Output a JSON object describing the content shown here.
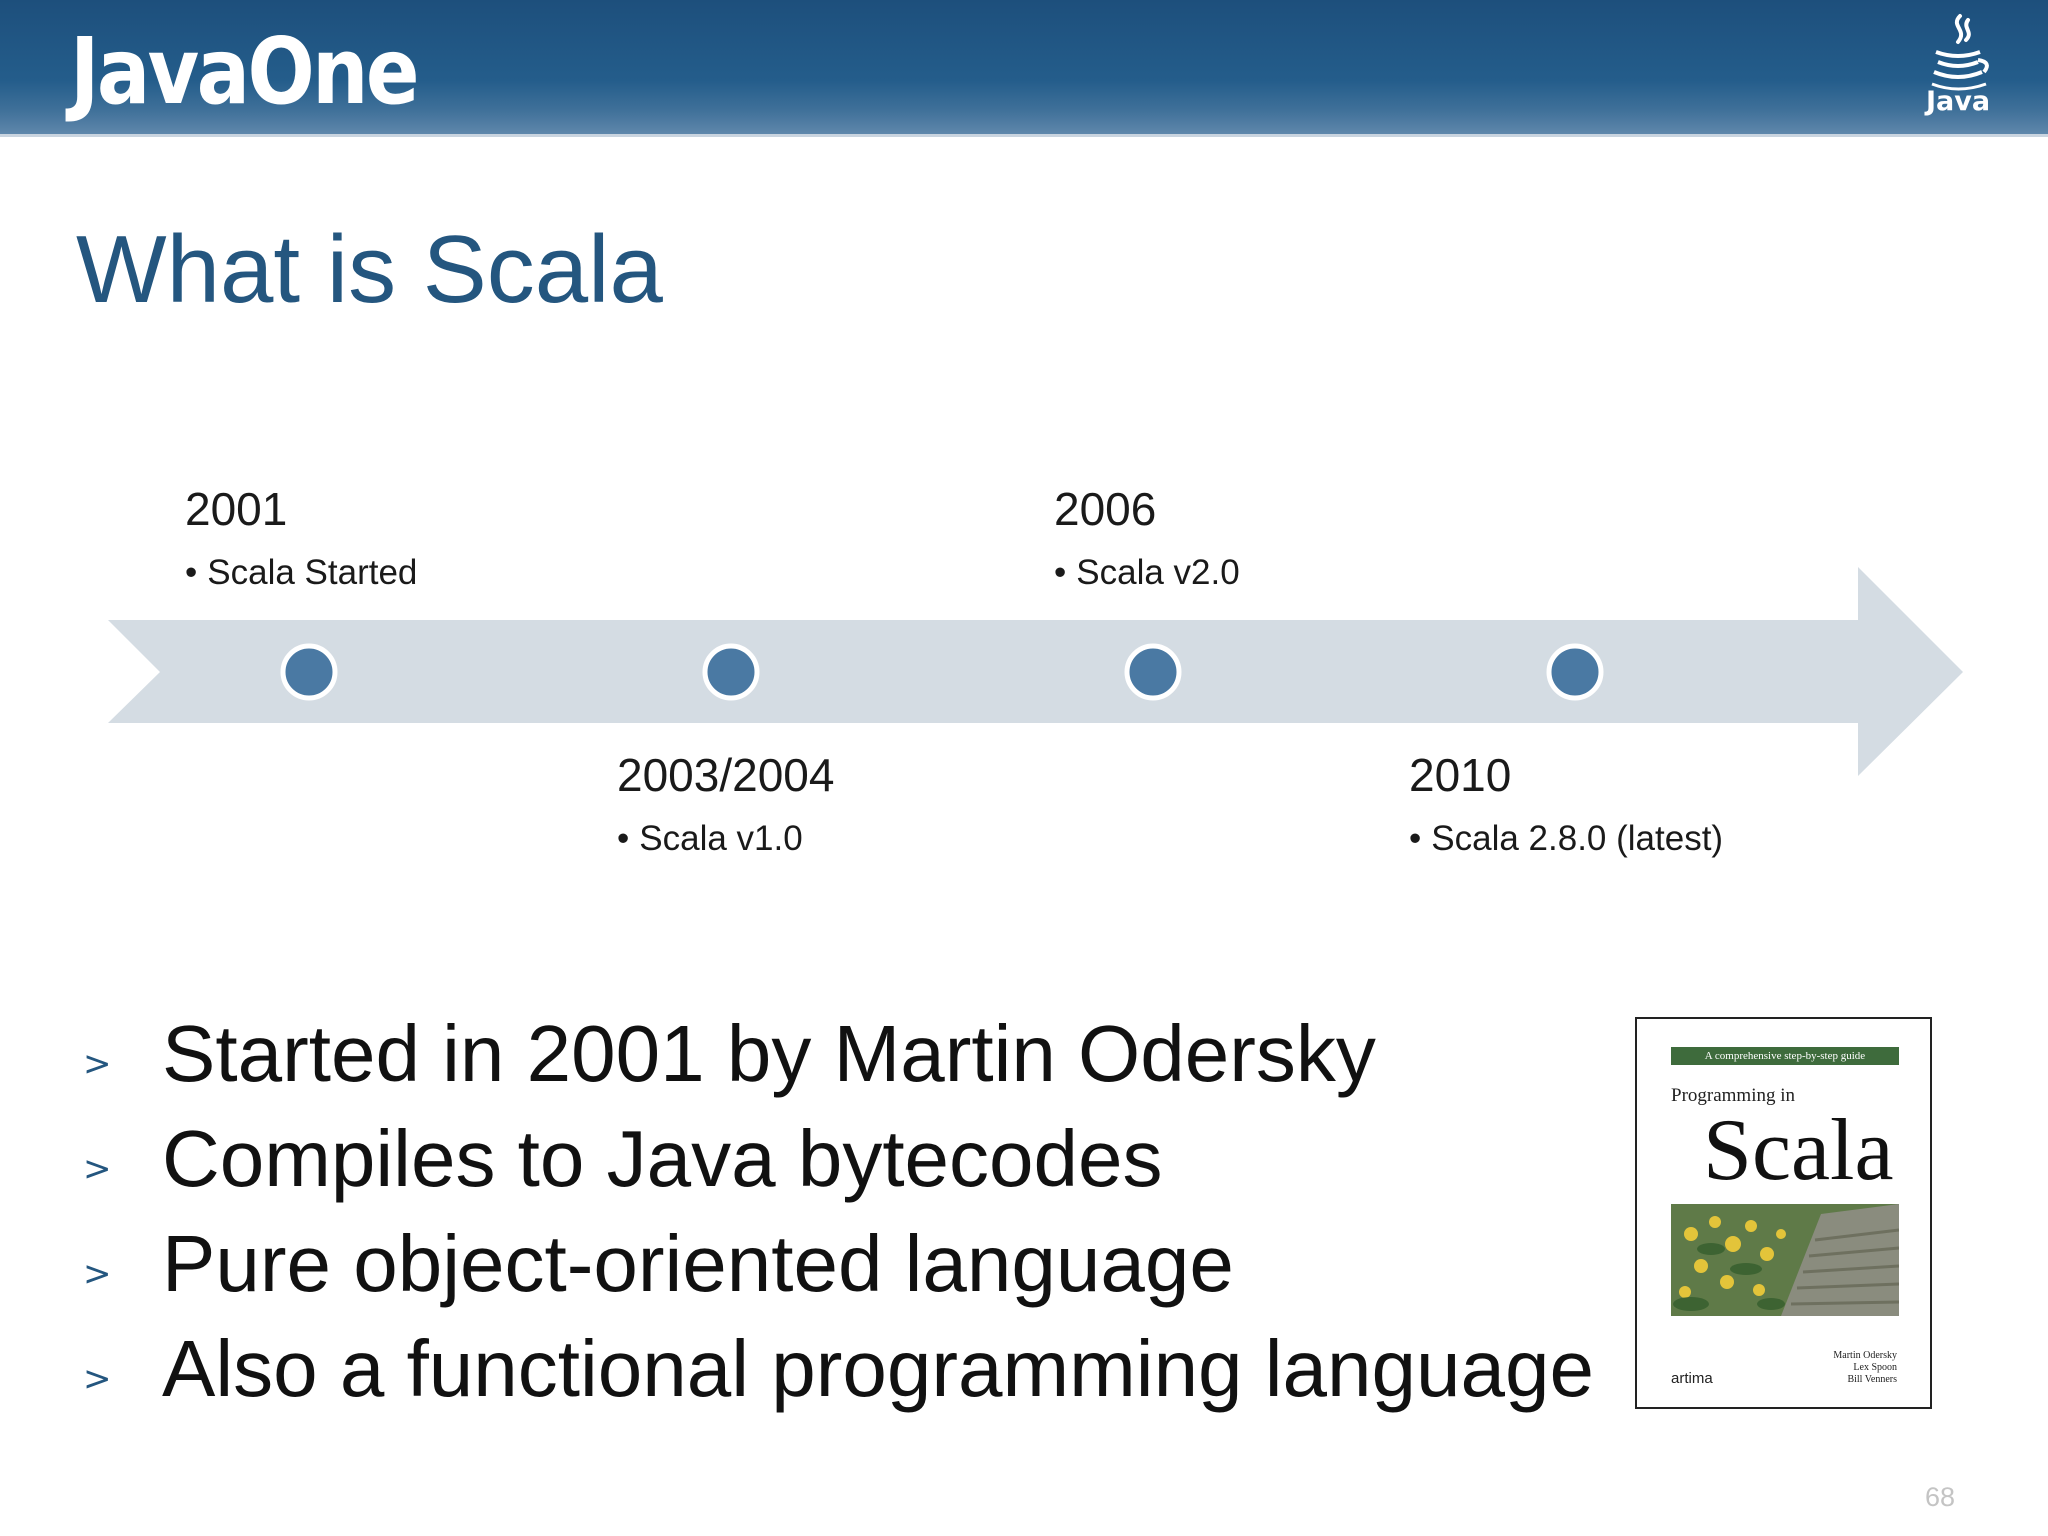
{
  "header": {
    "logo": "JavaOne",
    "java_logo": "Java"
  },
  "title": "What is Scala",
  "timeline": {
    "events": [
      {
        "year": "2001",
        "desc": "Scala Started"
      },
      {
        "year": "2003/2004",
        "desc": "Scala v1.0"
      },
      {
        "year": "2006",
        "desc": "Scala v2.0"
      },
      {
        "year": "2010",
        "desc": "Scala 2.8.0 (latest)"
      }
    ],
    "bullet": "•"
  },
  "bullets": {
    "marker": ">",
    "items": [
      "Started in 2001 by Martin Odersky",
      "Compiles to Java bytecodes",
      "Pure object-oriented language",
      "Also a functional programming language"
    ]
  },
  "book": {
    "banner": "A comprehensive step-by-step guide",
    "subtitle": "Programming in",
    "title": "Scala",
    "publisher": "artima",
    "authors": [
      "Martin Odersky",
      "Lex Spoon",
      "Bill Venners"
    ]
  },
  "page_number": "68",
  "colors": {
    "header": "#24598a",
    "title": "#24567f",
    "arrow": "#d4dce3",
    "node": "#4a79a3",
    "book_banner": "#3e6b3c"
  }
}
